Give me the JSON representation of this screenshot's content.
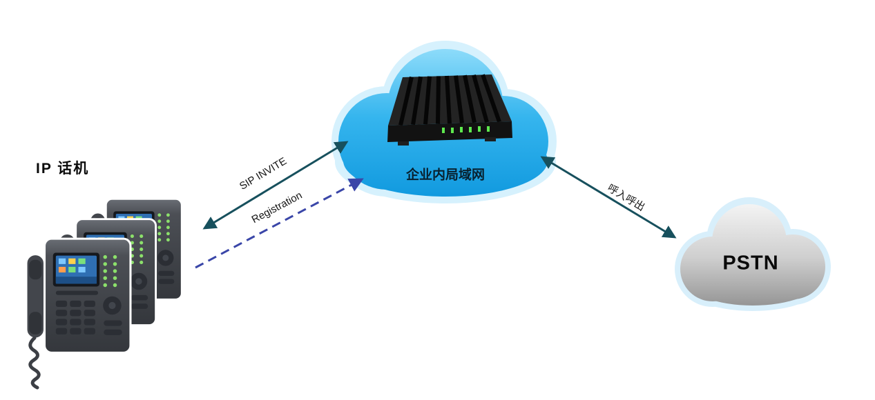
{
  "diagram": {
    "nodes": {
      "ip_phones": {
        "label": "IP 话机",
        "count": 3
      },
      "lan": {
        "label": "企业内局域网",
        "cloud_color": "#29abe9",
        "device": "voip-gateway"
      },
      "pstn": {
        "label": "PSTN",
        "cloud_color": "#c4c4c4"
      }
    },
    "edges": [
      {
        "label": "SIP INVITE",
        "style": "solid",
        "color": "#17505d",
        "direction": "bidirectional",
        "from": "ip_phones",
        "to": "lan"
      },
      {
        "label": "Registration",
        "style": "dashed",
        "color": "#3a46a8",
        "direction": "to-lan",
        "from": "ip_phones",
        "to": "lan"
      },
      {
        "label": "呼入呼出",
        "style": "solid",
        "color": "#17505d",
        "direction": "bidirectional",
        "from": "lan",
        "to": "pstn"
      }
    ]
  }
}
